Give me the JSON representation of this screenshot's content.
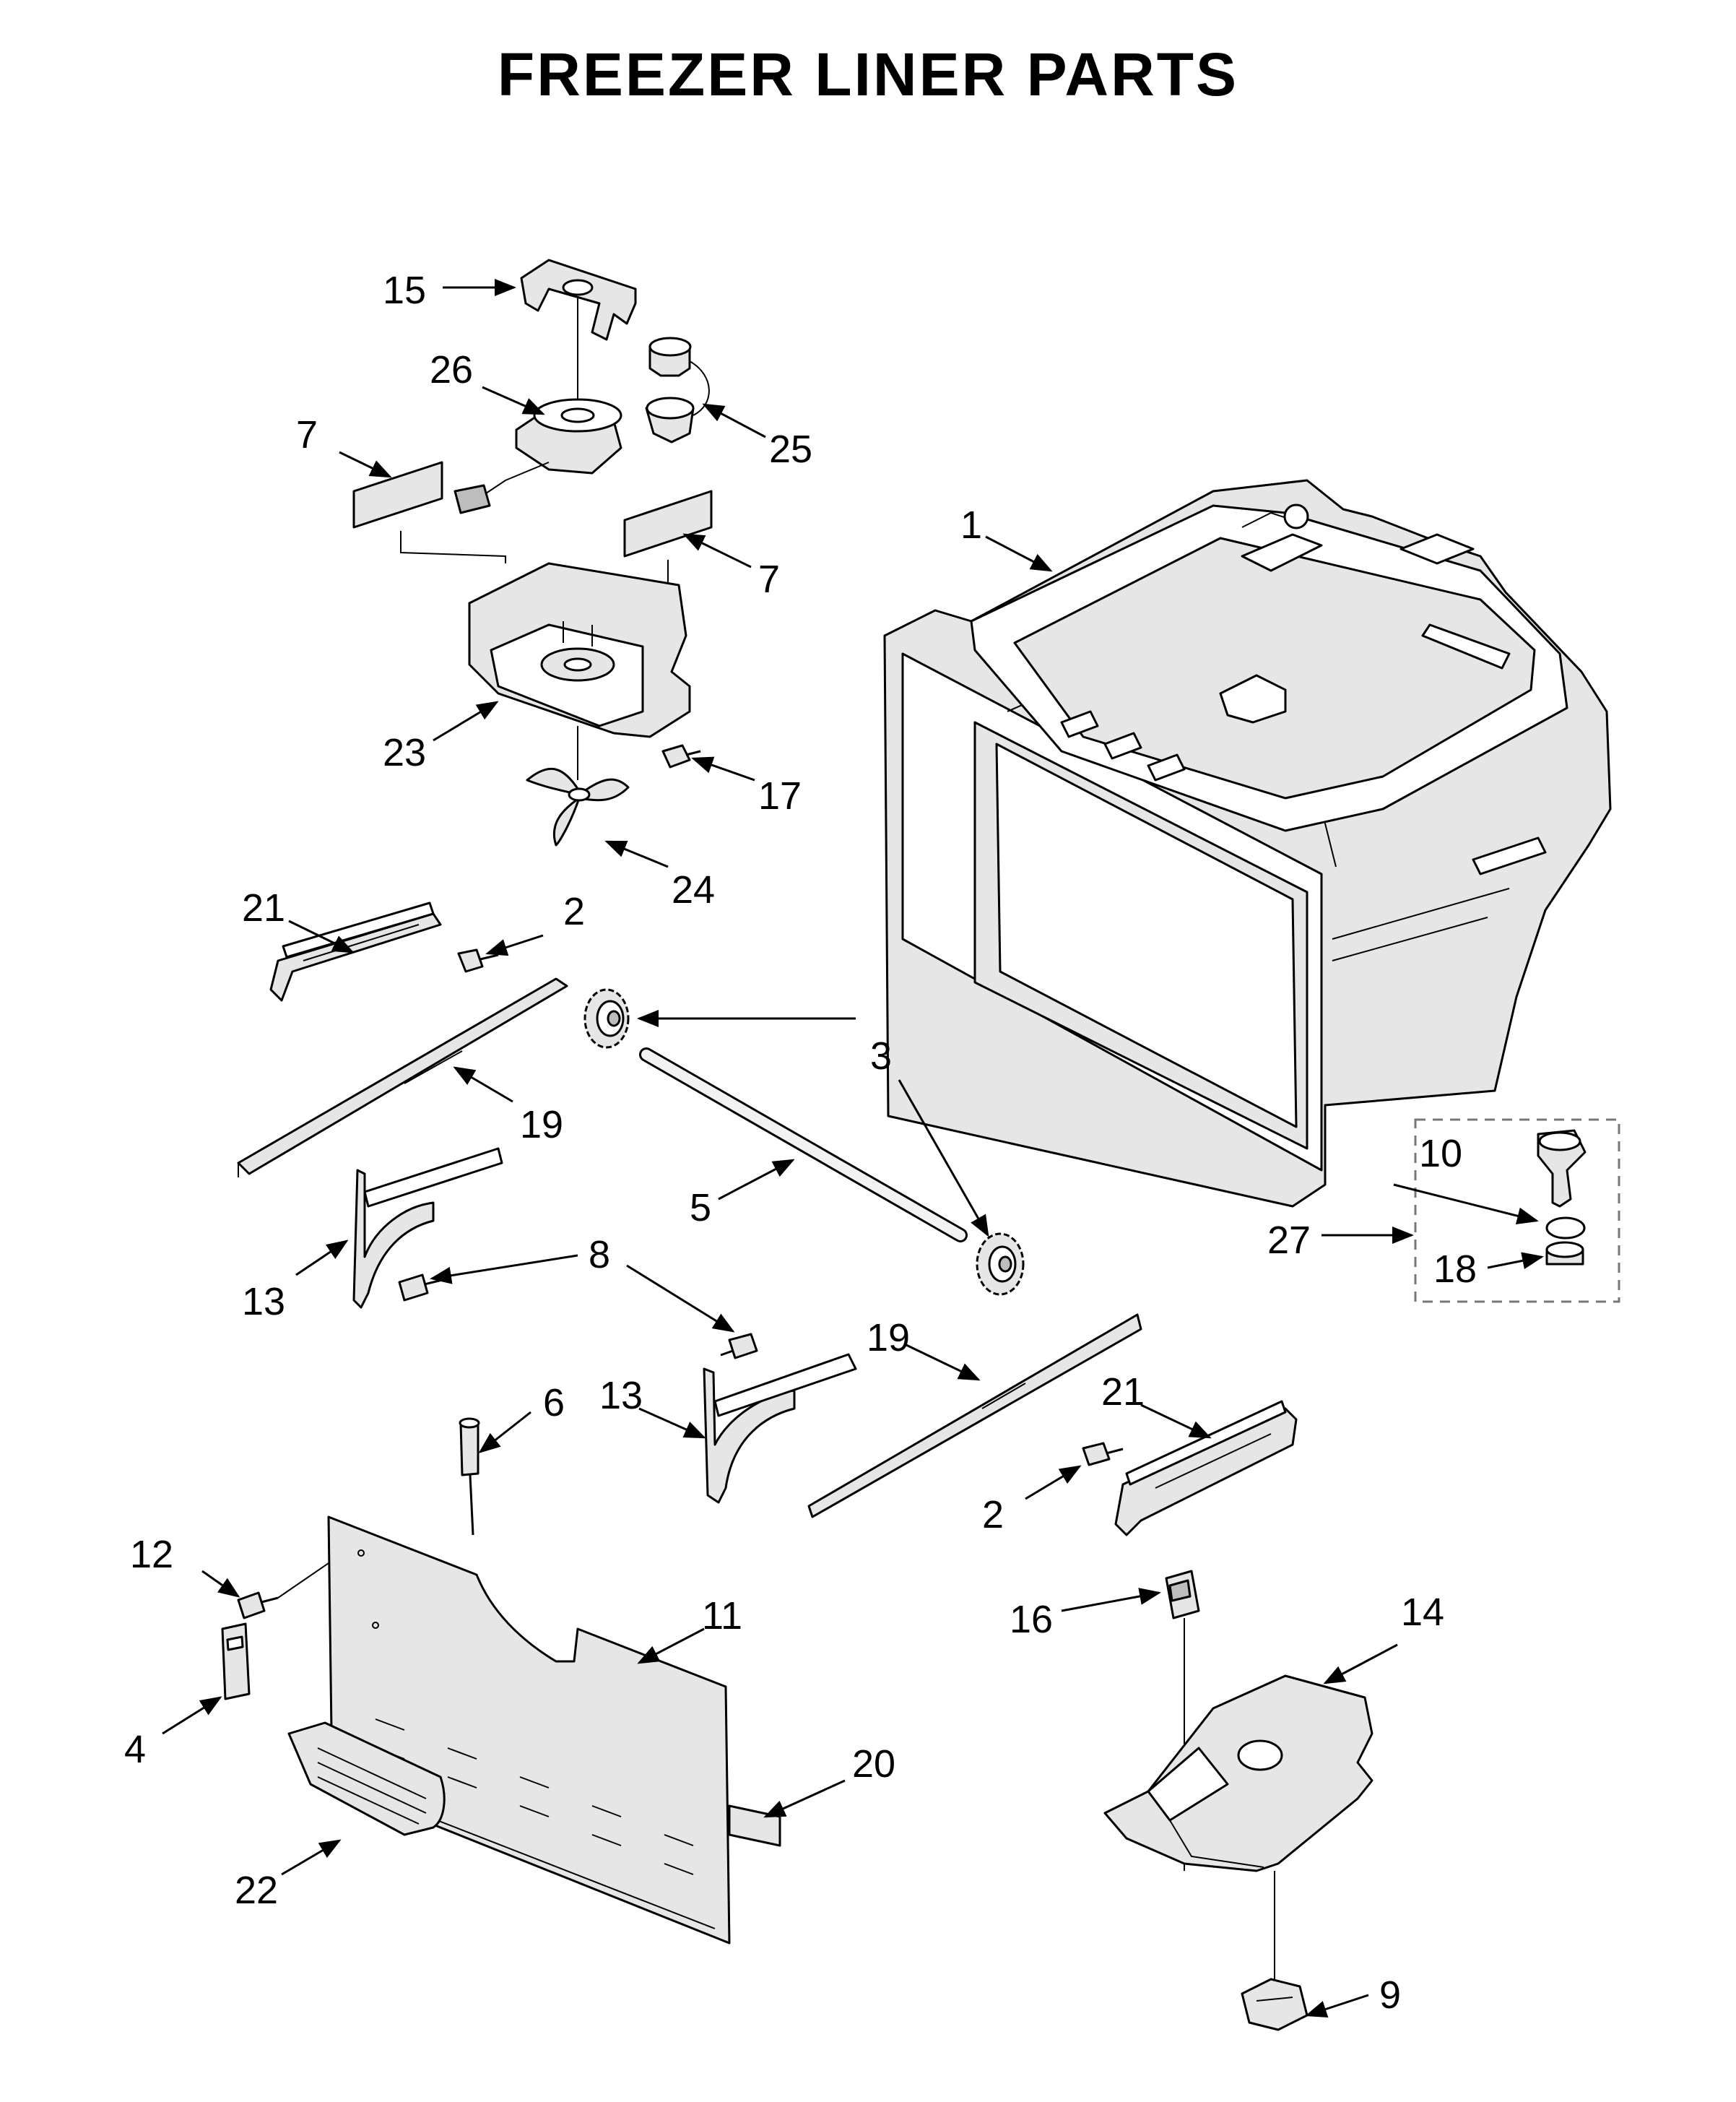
{
  "title": "FREEZER LINER PARTS",
  "callouts": {
    "c1": "1",
    "c2a": "2",
    "c2b": "2",
    "c3": "3",
    "c4": "4",
    "c5": "5",
    "c6": "6",
    "c7a": "7",
    "c7b": "7",
    "c8": "8",
    "c9": "9",
    "c10": "10",
    "c11": "11",
    "c12": "12",
    "c13a": "13",
    "c13b": "13",
    "c14": "14",
    "c15": "15",
    "c16": "16",
    "c17": "17",
    "c18": "18",
    "c19a": "19",
    "c19b": "19",
    "c20": "20",
    "c21a": "21",
    "c21b": "21",
    "c22": "22",
    "c23": "23",
    "c24": "24",
    "c25": "25",
    "c26": "26",
    "c27": "27"
  },
  "colors": {
    "line": "#000000",
    "part_fill": "#e6e6e6",
    "background": "#ffffff"
  }
}
